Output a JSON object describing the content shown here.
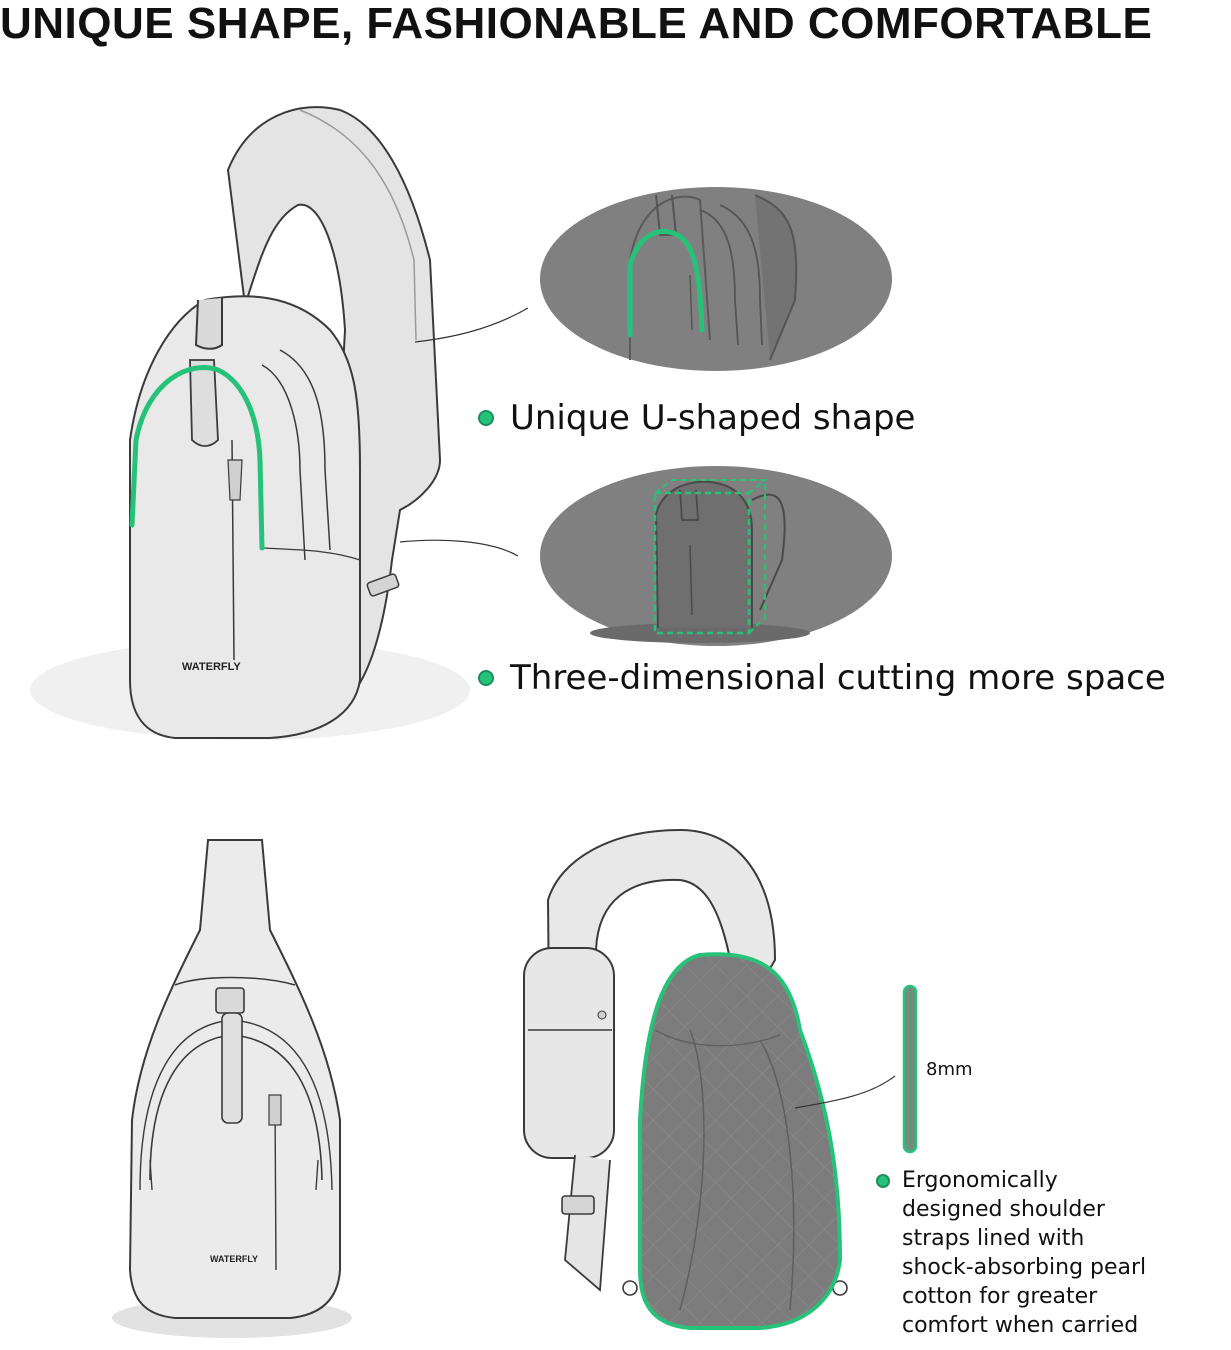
{
  "title": "UNIQUE SHAPE, FASHIONABLE AND COMFORTABLE",
  "brand": "WATERFLY",
  "features": [
    {
      "label": "Unique U-shaped shape"
    },
    {
      "label": "Three-dimensional cutting more space"
    }
  ],
  "strap": {
    "thickness": "8mm",
    "description": "Ergonomically\ndesigned shoulder\nstraps lined with\nshock-absorbing pearl\ncotton for greater\ncomfort when carried"
  },
  "colors": {
    "accent_green": "#27c27a",
    "lens_gray": "#808080",
    "sketch_line": "#3a3a3a"
  },
  "icons": [
    "bullet-dot-icon"
  ]
}
